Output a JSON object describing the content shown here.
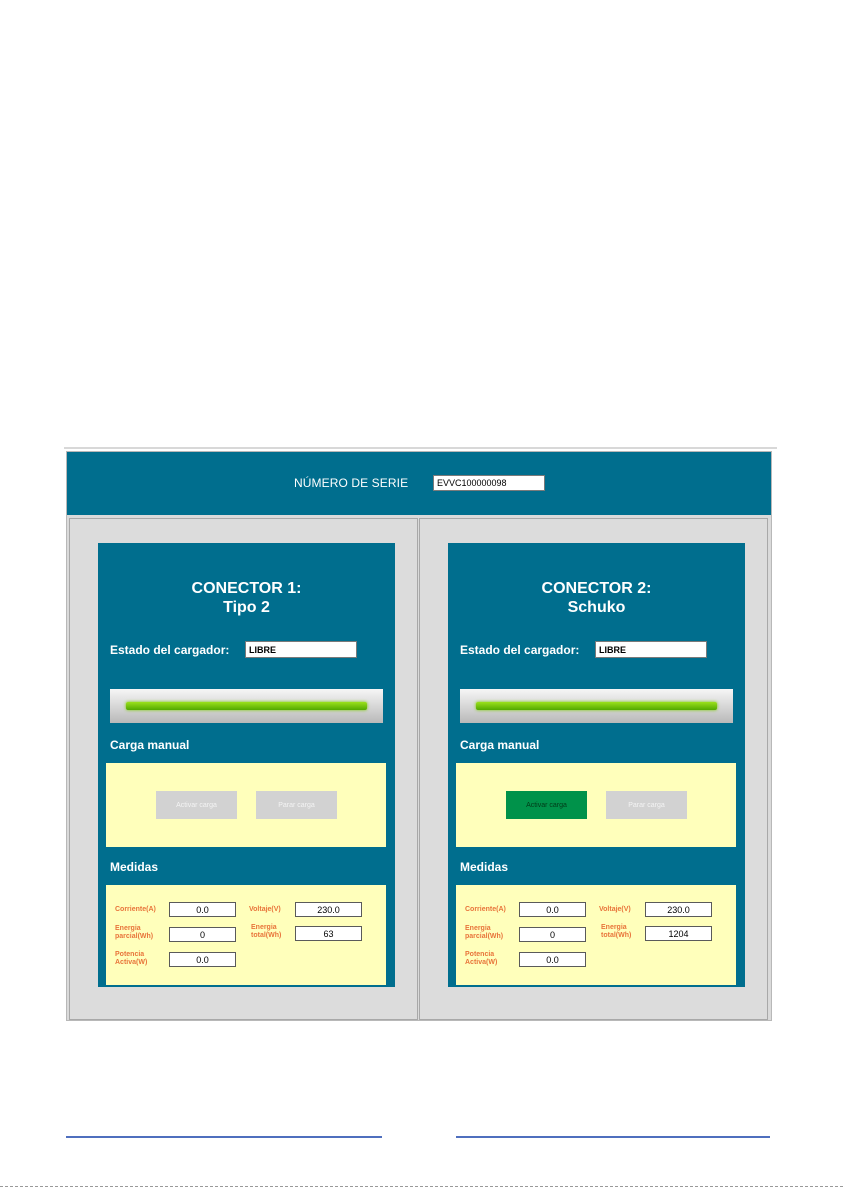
{
  "header": {
    "serial_label": "NÚMERO DE SERIE",
    "serial_value": "EVVC100000098"
  },
  "connectors": [
    {
      "title_line1": "CONECTOR 1:",
      "title_line2": "Tipo 2",
      "state_label": "Estado del cargador:",
      "state_value": "LIBRE",
      "bar_color": "#7acc00",
      "manual_title": "Carga manual",
      "activate_label": "Activar carga",
      "activate_enabled": false,
      "stop_label": "Parar carga",
      "stop_enabled": false,
      "measures_title": "Medidas",
      "current_label": "Corriente(A)",
      "current_value": "0.0",
      "voltage_label": "Voltaje(V)",
      "voltage_value": "230.0",
      "partial_energy_label_1": "Energia",
      "partial_energy_label_2": "parcial(Wh)",
      "partial_energy_value": "0",
      "total_energy_label_1": "Energia",
      "total_energy_label_2": "total(Wh)",
      "total_energy_value": "63",
      "active_power_label_1": "Potencia",
      "active_power_label_2": "Activa(W)",
      "active_power_value": "0.0"
    },
    {
      "title_line1": "CONECTOR 2:",
      "title_line2": "Schuko",
      "state_label": "Estado del cargador:",
      "state_value": "LIBRE",
      "bar_color": "#7acc00",
      "manual_title": "Carga manual",
      "activate_label": "Activar carga",
      "activate_enabled": true,
      "stop_label": "Parar carga",
      "stop_enabled": false,
      "measures_title": "Medidas",
      "current_label": "Corriente(A)",
      "current_value": "0.0",
      "voltage_label": "Voltaje(V)",
      "voltage_value": "230.0",
      "partial_energy_label_1": "Energia",
      "partial_energy_label_2": "parcial(Wh)",
      "partial_energy_value": "0",
      "total_energy_label_1": "Energia",
      "total_energy_label_2": "total(Wh)",
      "total_energy_value": "1204",
      "active_power_label_1": "Potencia",
      "active_power_label_2": "Activa(W)",
      "active_power_value": "0.0"
    }
  ],
  "colors": {
    "panel_blue": "#006e8e",
    "box_yellow": "#ffffbb",
    "label_orange": "#e8743a",
    "button_green": "#00924a",
    "button_disabled": "#d2d2d2"
  }
}
